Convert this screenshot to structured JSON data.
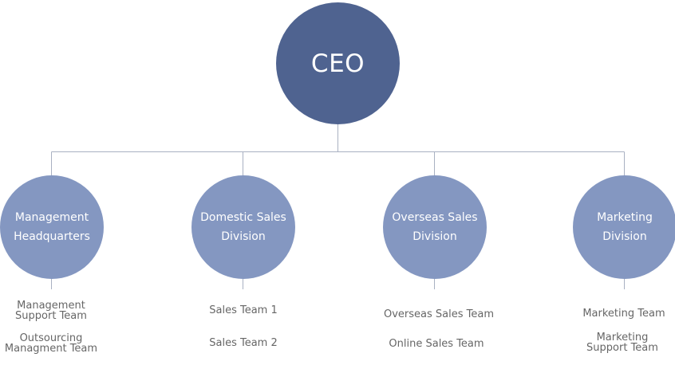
{
  "ceo": {
    "label": "CEO",
    "color": "#4f6390"
  },
  "division_color": "#8497c1",
  "divisions": [
    {
      "title_line1": "Management",
      "title_line2": "Headquarters",
      "teams": [
        {
          "line1": "Management",
          "line2": "Support Team"
        },
        {
          "line1": "Outsourcing",
          "line2": "Managment Team"
        }
      ]
    },
    {
      "title_line1": "Domestic Sales",
      "title_line2": "Division",
      "teams": [
        {
          "line1": "Sales Team 1"
        },
        {
          "line1": "Sales Team 2"
        }
      ]
    },
    {
      "title_line1": "Overseas Sales",
      "title_line2": "Division",
      "teams": [
        {
          "line1": "Overseas Sales Team"
        },
        {
          "line1": "Online Sales Team"
        }
      ]
    },
    {
      "title_line1": "Marketing",
      "title_line2": "Division",
      "teams": [
        {
          "line1": "Marketing Team"
        },
        {
          "line1": "Marketing",
          "line2": "Support Team"
        }
      ]
    }
  ]
}
